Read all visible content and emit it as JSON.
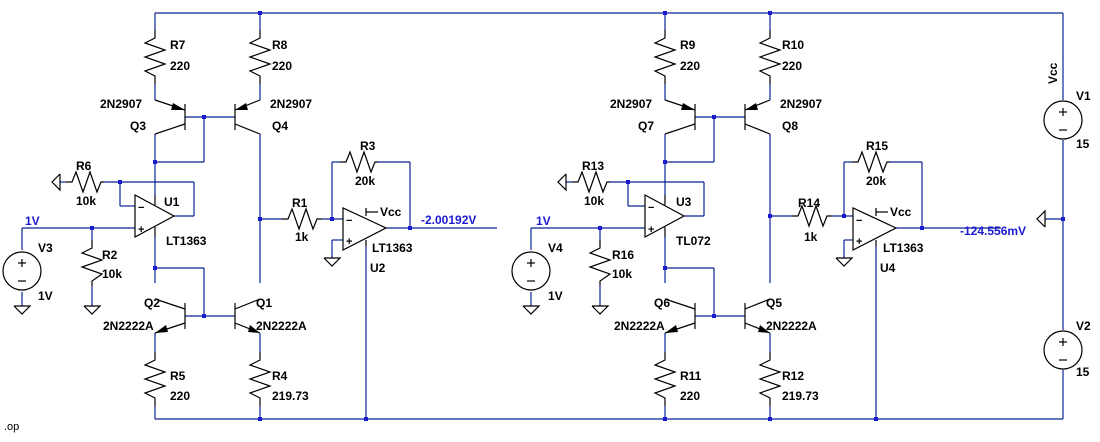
{
  "components": {
    "R7": {
      "ref": "R7",
      "value": "220"
    },
    "R8": {
      "ref": "R8",
      "value": "220"
    },
    "R9": {
      "ref": "R9",
      "value": "220"
    },
    "R10": {
      "ref": "R10",
      "value": "220"
    },
    "R6": {
      "ref": "R6",
      "value": "10k"
    },
    "R2": {
      "ref": "R2",
      "value": "10k"
    },
    "R3": {
      "ref": "R3",
      "value": "20k"
    },
    "R1": {
      "ref": "R1",
      "value": "1k"
    },
    "R5": {
      "ref": "R5",
      "value": "220"
    },
    "R4": {
      "ref": "R4",
      "value": "219.73"
    },
    "R13": {
      "ref": "R13",
      "value": "10k"
    },
    "R16": {
      "ref": "R16",
      "value": "10k"
    },
    "R15": {
      "ref": "R15",
      "value": "20k"
    },
    "R14": {
      "ref": "R14",
      "value": "1k"
    },
    "R11": {
      "ref": "R11",
      "value": "220"
    },
    "R12": {
      "ref": "R12",
      "value": "219.73"
    },
    "Q3": {
      "ref": "Q3",
      "model": "2N2907"
    },
    "Q4": {
      "ref": "Q4",
      "model": "2N2907"
    },
    "Q2": {
      "ref": "Q2",
      "model": "2N2222A"
    },
    "Q1": {
      "ref": "Q1",
      "model": "2N2222A"
    },
    "Q7": {
      "ref": "Q7",
      "model": "2N2907"
    },
    "Q8": {
      "ref": "Q8",
      "model": "2N2907"
    },
    "Q6": {
      "ref": "Q6",
      "model": "2N2222A"
    },
    "Q5": {
      "ref": "Q5",
      "model": "2N2222A"
    },
    "U1": {
      "ref": "U1",
      "model": "LT1363"
    },
    "U2": {
      "ref": "U2",
      "model": "LT1363"
    },
    "U3": {
      "ref": "U3",
      "model": "TL072"
    },
    "U4": {
      "ref": "U4",
      "model": "LT1363"
    },
    "V1": {
      "ref": "V1",
      "value": "15"
    },
    "V2": {
      "ref": "V2",
      "value": "15"
    },
    "V3": {
      "ref": "V3",
      "value": "1V"
    },
    "V4": {
      "ref": "V4",
      "value": "1V"
    }
  },
  "nets": {
    "in_left": "1V",
    "in_right": "1V",
    "out_left": "-2.00192V",
    "out_right": "-124.556mV",
    "vcc_pin": "Vcc",
    "vcc_rail": "Vcc"
  },
  "signs": {
    "plus": "+",
    "minus": "−"
  },
  "directive": ".op",
  "colors": {
    "wire": "#0a2496",
    "junction": "#1a1ad0",
    "net_label": "#1a1ad0",
    "component": "#000000"
  }
}
